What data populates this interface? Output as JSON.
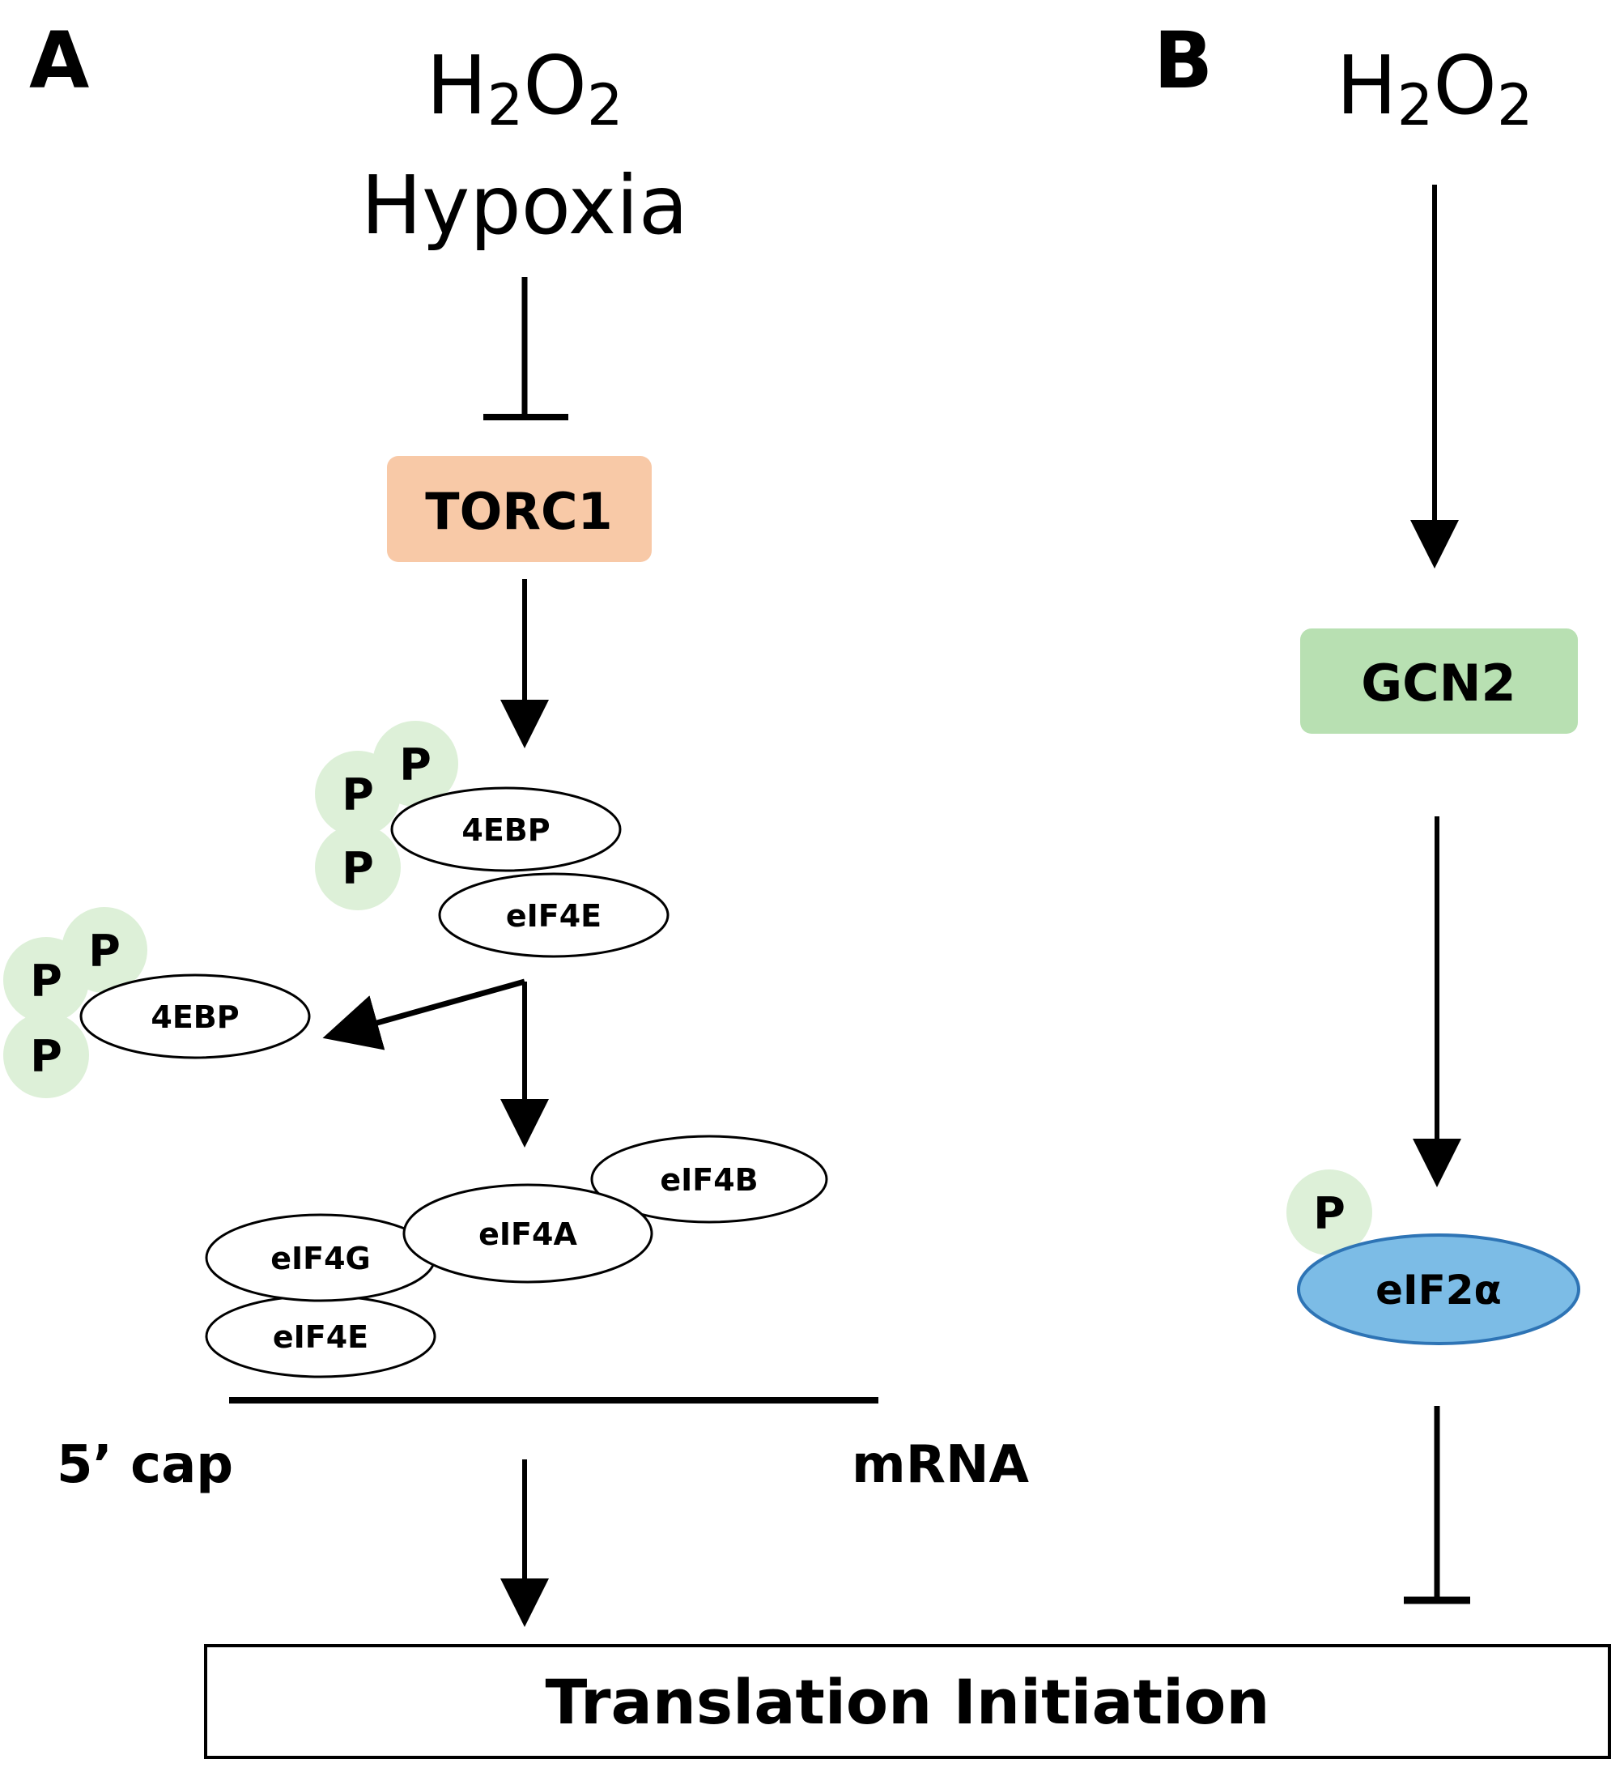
{
  "panels": {
    "a": "A",
    "b": "B"
  },
  "stimulus": {
    "a_h2o2": {
      "base": "H",
      "s1": "2",
      "mid": "O",
      "s2": "2"
    },
    "a_hypoxia": "Hypoxia",
    "b_h2o2": {
      "base": "H",
      "s1": "2",
      "mid": "O",
      "s2": "2"
    }
  },
  "nodes": {
    "torc1": "TORC1",
    "gcn2": "GCN2",
    "eif2a": "eIF2α",
    "complex_top": {
      "ebp": "4EBP",
      "eif4e": "eIF4E"
    },
    "released_ebp": "4EBP",
    "initiation": {
      "eif4b": "eIF4B",
      "eif4a": "eIF4A",
      "eif4g": "eIF4G",
      "eif4e": "eIF4E"
    }
  },
  "phospho": "P",
  "mrna": {
    "cap": "5’ cap",
    "label": "mRNA"
  },
  "outcome": "Translation Initiation",
  "colors": {
    "torc1_fill": "#F8C9A7",
    "gcn2_fill": "#B8E0B2",
    "eif2a_fill": "#7CBCE6",
    "eif2a_stroke": "#2E74B5",
    "phospho_fill": "#DDF0D8"
  }
}
